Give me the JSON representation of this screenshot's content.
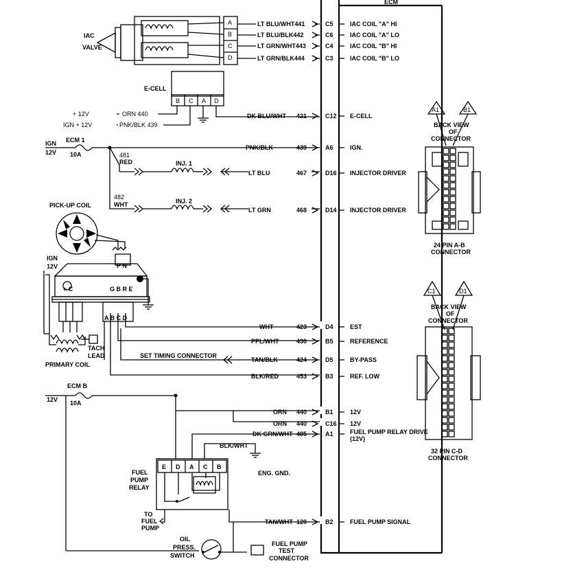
{
  "ecm": {
    "title": "ECM",
    "pins": [
      {
        "pin": "C5",
        "wire": "LT BLU/WHT",
        "circuit": "441",
        "func": "IAC COIL \"A\" HI"
      },
      {
        "pin": "C6",
        "wire": "LT BLU/BLK",
        "circuit": "442",
        "func": "IAC COIL \"A\" LO"
      },
      {
        "pin": "C4",
        "wire": "LT GRN/WHT",
        "circuit": "443",
        "func": "IAC COIL \"B\" HI"
      },
      {
        "pin": "C3",
        "wire": "LT GRN/BLK",
        "circuit": "444",
        "func": "IAC COIL \"B\" LO"
      },
      {
        "pin": "C12",
        "wire": "DK BLU/WHT",
        "circuit": "421",
        "func": "E-CELL"
      },
      {
        "pin": "A6",
        "wire": "PNK/BLK",
        "circuit": "439",
        "func": "IGN."
      },
      {
        "pin": "D16",
        "wire": "LT BLU",
        "circuit": "467",
        "func": "INJECTOR DRIVER"
      },
      {
        "pin": "D14",
        "wire": "LT GRN",
        "circuit": "468",
        "func": "INJECTOR DRIVER"
      },
      {
        "pin": "D4",
        "wire": "WHT",
        "circuit": "423",
        "func": "EST"
      },
      {
        "pin": "B5",
        "wire": "PPL/WHT",
        "circuit": "430",
        "func": "REFERENCE"
      },
      {
        "pin": "D5",
        "wire": "TAN/BLK",
        "circuit": "424",
        "func": "BY-PASS"
      },
      {
        "pin": "B3",
        "wire": "BLK/RED",
        "circuit": "453",
        "func": "REF. LOW"
      },
      {
        "pin": "B1",
        "wire": "ORN",
        "circuit": "440",
        "func": "12V"
      },
      {
        "pin": "C16",
        "wire": "ORN",
        "circuit": "440",
        "func": "12V"
      },
      {
        "pin": "A1",
        "wire": "DK GRN/WHT",
        "circuit": "485",
        "func": "FUEL PUMP RELAY DRIVE (12V)"
      },
      {
        "pin": "B2",
        "wire": "TAN/WHT",
        "circuit": "120",
        "func": "FUEL PUMP SIGNAL"
      }
    ]
  },
  "iac": {
    "label_line1": "IAC",
    "label_line2": "VALVE",
    "terminals": [
      "A",
      "B",
      "C",
      "D"
    ]
  },
  "ecell": {
    "label": "E-CELL",
    "terminals": [
      "B",
      "C",
      "A",
      "D"
    ],
    "wire1_voltage": "+ 12V",
    "wire1_color": "ORN 440",
    "wire2_voltage": "IGN + 12V",
    "wire2_color": "PNK/BLK 439"
  },
  "ign_fuse": {
    "ign_line1": "IGN",
    "ign_line2": "12V",
    "fuse_name": "ECM 1",
    "fuse_rating": "10A"
  },
  "injectors": {
    "inj1_label": "INJ. 1",
    "inj2_label": "INJ. 2",
    "inj1_circuit": "481",
    "inj1_color": "RED",
    "inj2_circuit": "482",
    "inj2_color": "WHT"
  },
  "ignition": {
    "pickup_coil": "PICK-UP COIL",
    "pickup_terminals": "P N",
    "ign_line1": "IGN",
    "ign_line2": "12V",
    "module_left": "+ C",
    "module_right": "G B R E",
    "module_bottom": "A B C D",
    "primary_coil": "PRIMARY COIL",
    "tach_line1": "TACH",
    "tach_line2": "LEAD",
    "set_timing": "SET TIMING CONNECTOR"
  },
  "fuel_pump": {
    "voltage": "12V",
    "fuse_name": "ECM B",
    "fuse_rating": "10A",
    "relay_line1": "FUEL",
    "relay_line2": "PUMP",
    "relay_line3": "RELAY",
    "relay_terminals": [
      "E",
      "D",
      "A",
      "C",
      "B"
    ],
    "blk_wht": "BLK/WHT",
    "eng_gnd": "ENG. GND.",
    "to_pump_line1": "TO",
    "to_pump_line2": "FUEL",
    "to_pump_line3": "PUMP",
    "oil_line1": "OIL",
    "oil_line2": "PRESS.",
    "oil_line3": "SWITCH",
    "test_line1": "FUEL PUMP",
    "test_line2": "TEST",
    "test_line3": "CONNECTOR"
  },
  "connectors": {
    "ab_title_line1": "24 PIN A-B",
    "ab_title_line2": "CONNECTOR",
    "cd_title_line1": "32 PIN C-D",
    "cd_title_line2": "CONNECTOR",
    "back_view_line1": "BACK VIEW",
    "back_view_line2": "OF",
    "back_view_line3": "CONNECTOR",
    "a1": "A1",
    "b1": "B1",
    "c1": "C1",
    "d1": "D1"
  }
}
